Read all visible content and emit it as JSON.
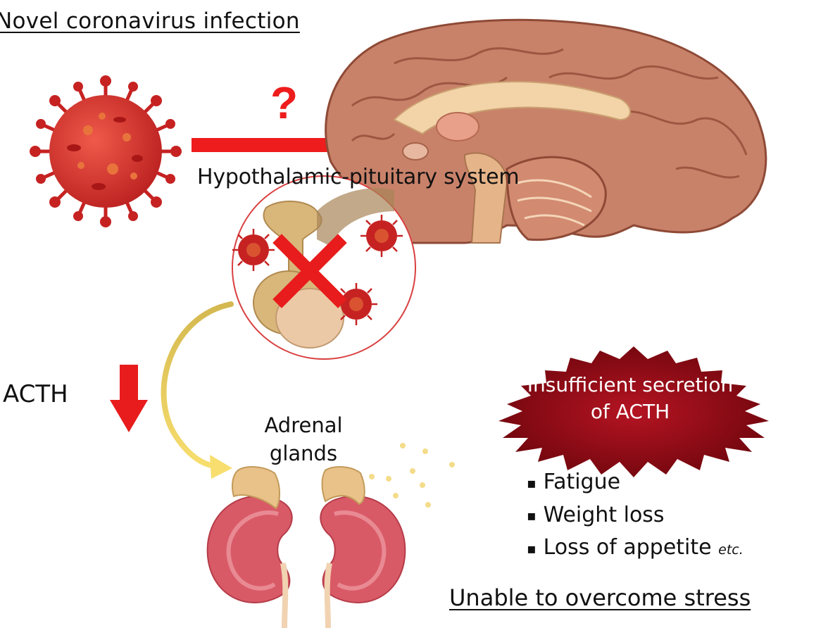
{
  "title": "Novel coronavirus infection",
  "question_mark": "?",
  "hp_label": "Hypothalamic-pituitary system",
  "acth_label": "ACTH",
  "adrenal_label_line1": "Adrenal",
  "adrenal_label_line2": "glands",
  "burst_line1": "Insufficient secretion",
  "burst_line2": "of ACTH",
  "symptoms": [
    "Fatigue",
    "Weight loss",
    "Loss of appetite"
  ],
  "symptoms_suffix": "etc.",
  "conclusion": "Unable to overcome stress",
  "colors": {
    "virus": "#d12a2a",
    "arrow": "#ee1c1c",
    "burst": "#8e0b14",
    "curve": "#f0d060",
    "kidney": "#d95a67",
    "gland": "#e9c28a",
    "brain": "#c9826a"
  },
  "icons": [
    "coronavirus-icon",
    "brain-illustration",
    "pituitary-illustration",
    "cross-icon",
    "down-arrow-icon",
    "kidney-illustration"
  ]
}
